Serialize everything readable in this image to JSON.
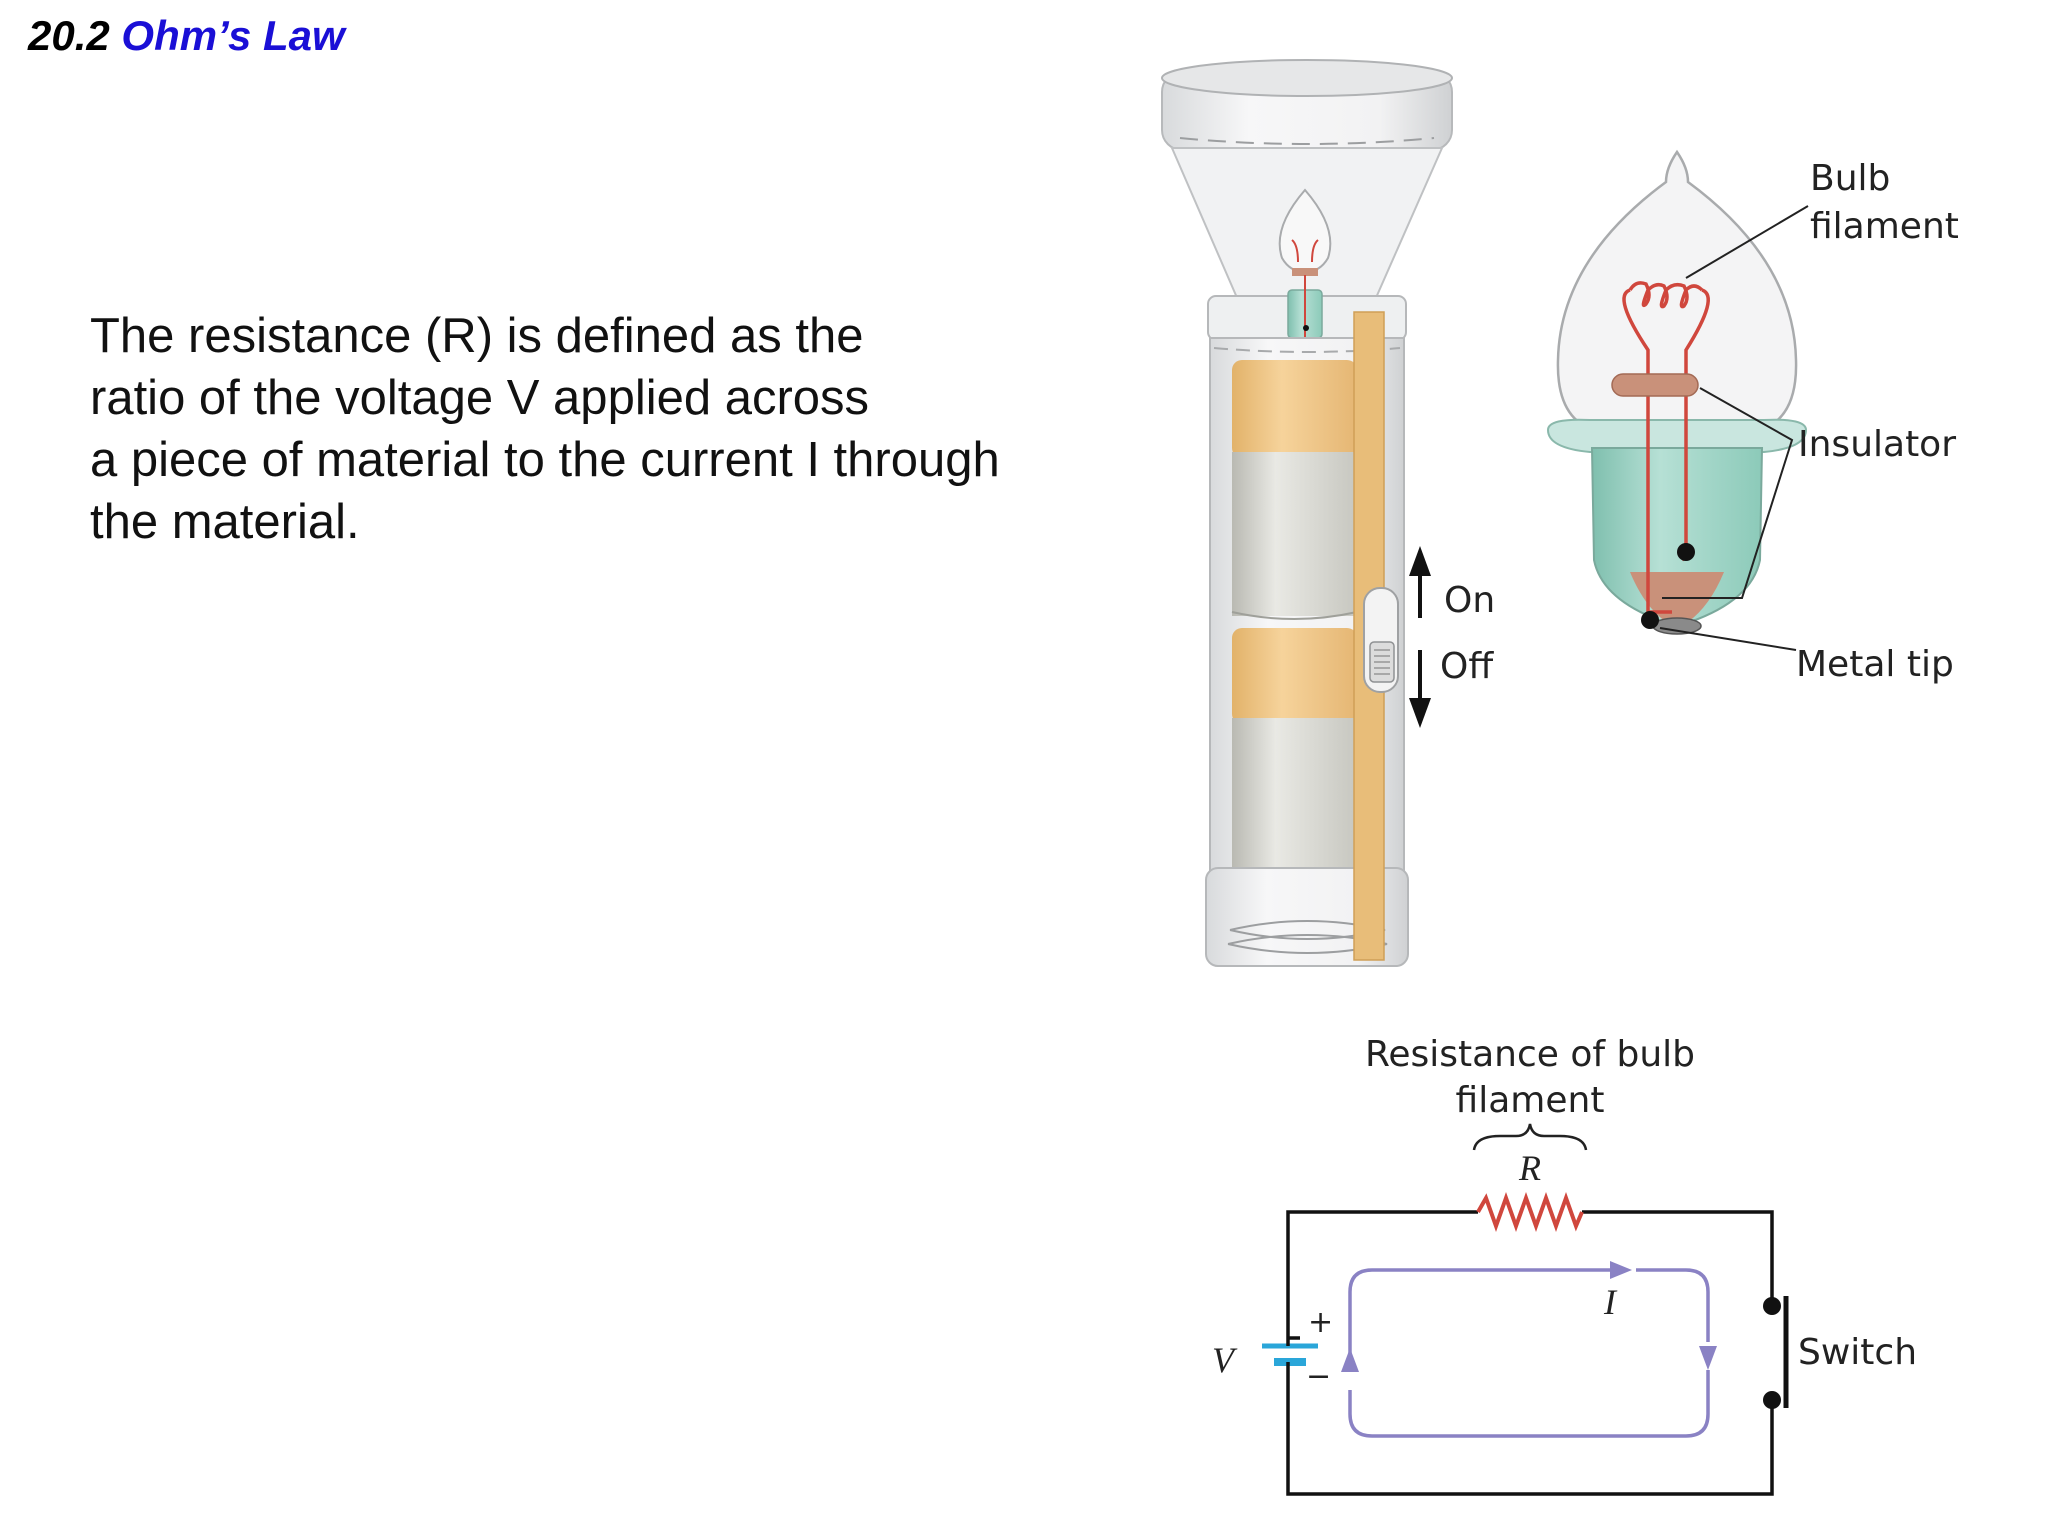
{
  "slide": {
    "section_number": "20.2",
    "section_title": "Ohm’s Law",
    "body_lines": [
      "The resistance (R) is defined as the",
      "ratio of the voltage V applied across",
      "a piece of material to the current I through",
      "the material."
    ]
  },
  "flashlight": {
    "switch_on_label": "On",
    "switch_off_label": "Off"
  },
  "bulb": {
    "filament_label_line1": "Bulb",
    "filament_label_line2": "filament",
    "insulator_label": "Insulator",
    "metal_tip_label": "Metal tip"
  },
  "circuit": {
    "resistance_label_line1": "Resistance of bulb",
    "resistance_label_line2": "filament",
    "resistor_symbol": "R",
    "current_symbol": "I",
    "voltage_symbol": "V",
    "plus_sign": "+",
    "minus_sign": "−",
    "switch_label": "Switch"
  },
  "colors": {
    "title_accent": "#1a0fd6",
    "filament_red": "#d0473d",
    "current_arrow": "#8a82c4",
    "battery_blue": "#2aa6d9",
    "battery_tan": "#efc27f",
    "insulator_brown": "#c9917a",
    "bulb_base_green": "#9fd3c6"
  }
}
